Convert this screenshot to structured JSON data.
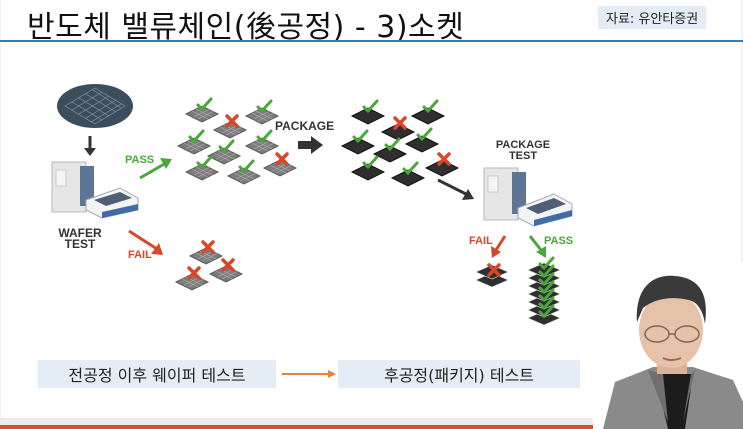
{
  "slide": {
    "title": "반도체 밸류체인(後공정) - 3)소켓",
    "source": "자료: 유안타증권",
    "accent_color": "#2a7fc1",
    "bottom_bar_color": "#c8553a"
  },
  "diagram": {
    "wafer_test_label_1": "WAFER",
    "wafer_test_label_2": "TEST",
    "pass_label": "PASS",
    "fail_label": "FAIL",
    "package_label": "PACKAGE",
    "package_test_label_1": "PACKAGE",
    "package_test_label_2": "TEST",
    "pkg_fail_label": "FAIL",
    "pkg_pass_label": "PASS",
    "wafer_dies": [
      {
        "status": "pass"
      },
      {
        "status": "fail"
      },
      {
        "status": "pass"
      },
      {
        "status": "pass"
      },
      {
        "status": "pass"
      },
      {
        "status": "pass"
      },
      {
        "status": "pass"
      },
      {
        "status": "pass"
      },
      {
        "status": "fail"
      }
    ],
    "failed_dies": [
      {
        "status": "fail"
      },
      {
        "status": "fail"
      },
      {
        "status": "fail"
      }
    ],
    "packages": [
      {
        "status": "pass"
      },
      {
        "status": "fail"
      },
      {
        "status": "pass"
      },
      {
        "status": "pass"
      },
      {
        "status": "pass"
      },
      {
        "status": "pass"
      },
      {
        "status": "pass"
      },
      {
        "status": "pass"
      },
      {
        "status": "fail"
      }
    ],
    "pass_stack_count": 7,
    "fail_stack_count": 2
  },
  "flow": {
    "left_box": "전공정 이후 웨이퍼 테스트",
    "right_box": "후공정(패키지) 테스트",
    "arrow_color": "#e8843a"
  },
  "presenter": {
    "label": "presenter-webcam"
  }
}
